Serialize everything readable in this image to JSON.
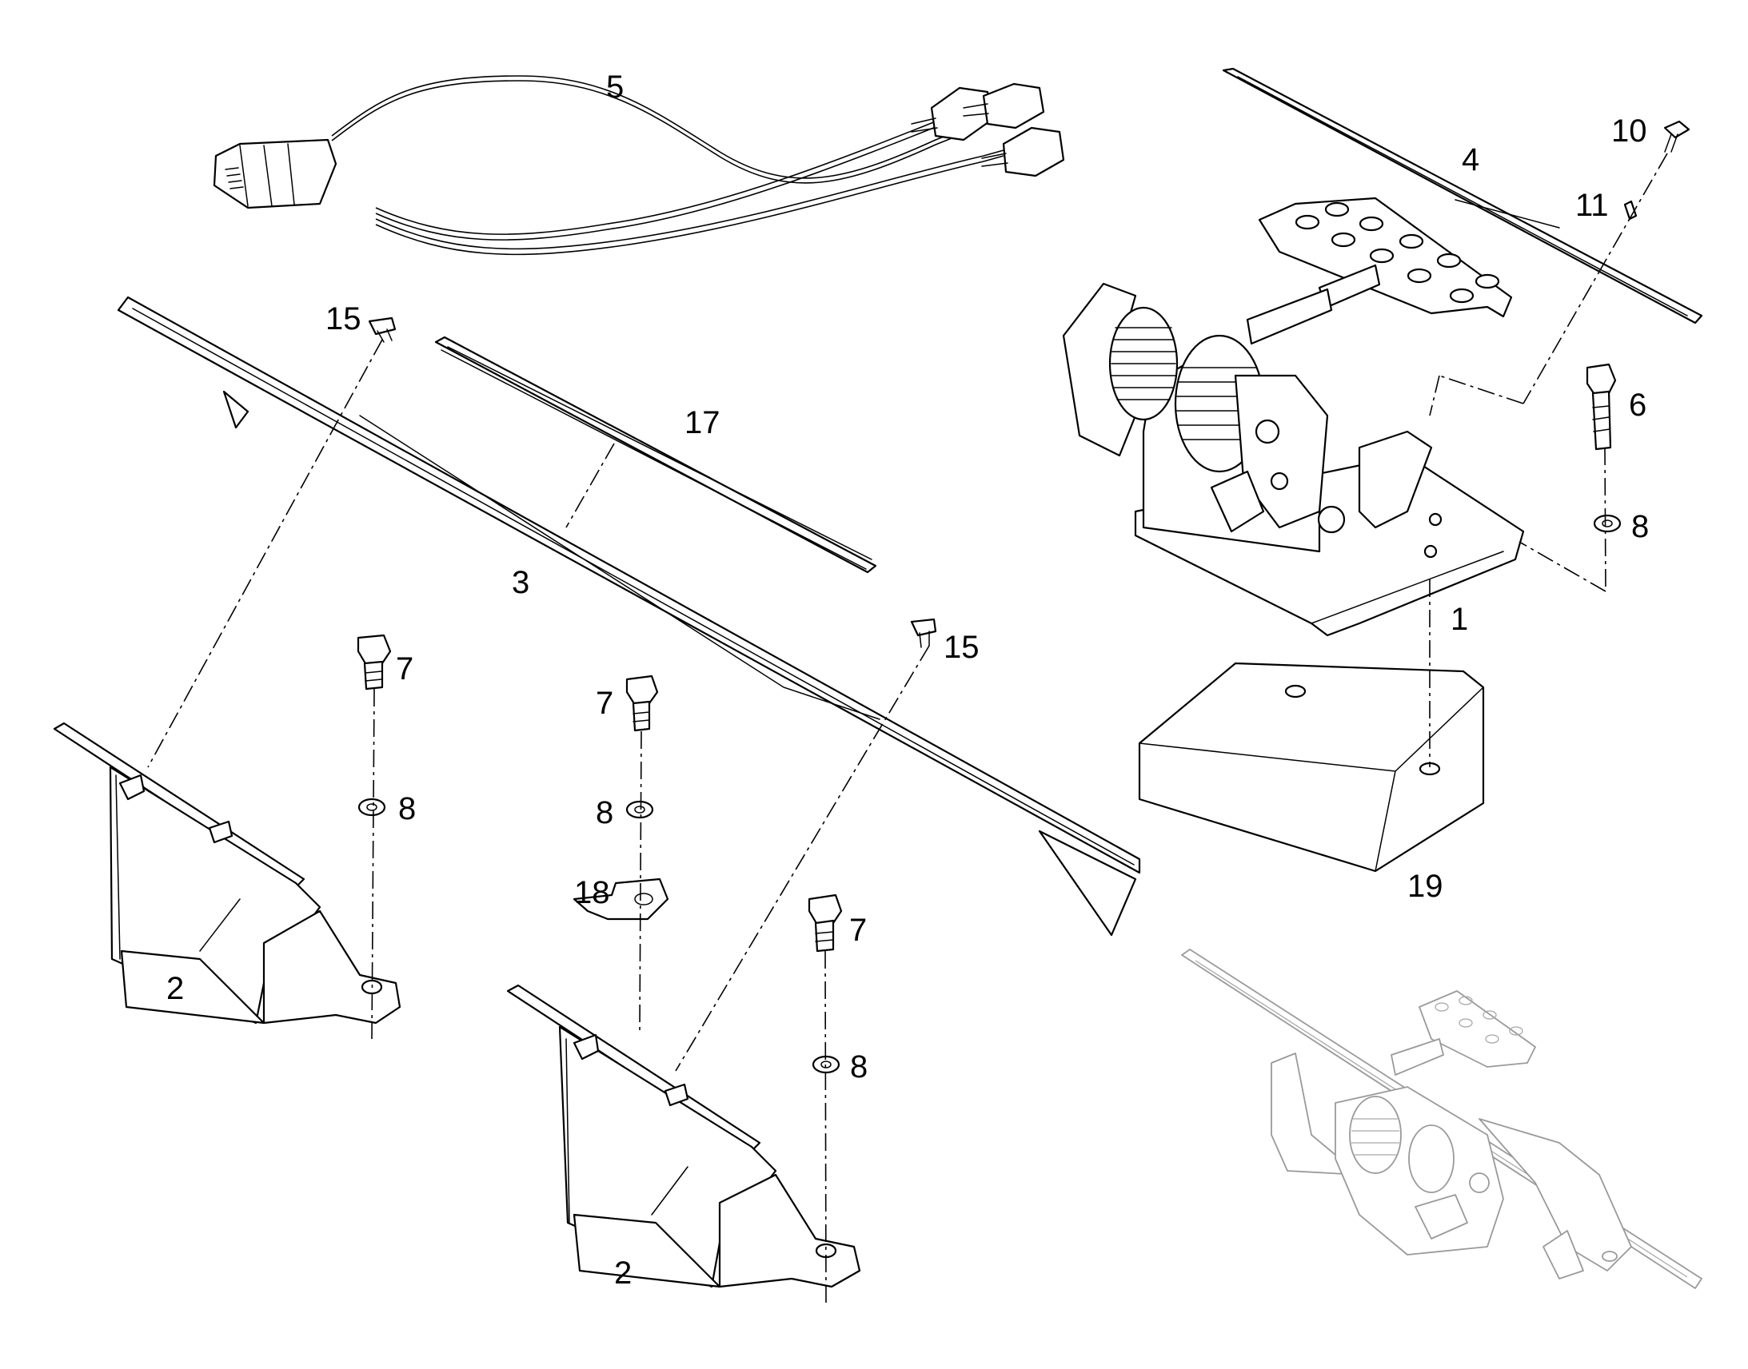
{
  "diagram": {
    "callouts": {
      "c1": "1",
      "c2a": "2",
      "c2b": "2",
      "c3": "3",
      "c4": "4",
      "c5": "5",
      "c6": "6",
      "c7a": "7",
      "c7b": "7",
      "c7c": "7",
      "c8a": "8",
      "c8b": "8",
      "c8c": "8",
      "c8d": "8",
      "c10": "10",
      "c11": "11",
      "c15a": "15",
      "c15b": "15",
      "c17": "17",
      "c18": "18",
      "c19": "19"
    },
    "colors": {
      "line": "#000000",
      "background": "#ffffff",
      "assembled_view": "#9a9a9a"
    }
  }
}
